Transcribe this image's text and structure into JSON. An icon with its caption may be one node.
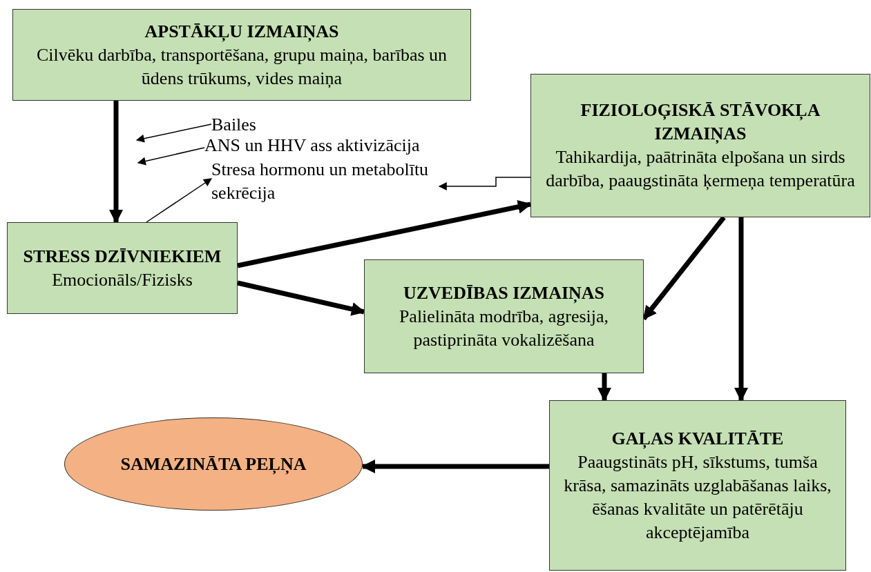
{
  "diagram": {
    "nodes": [
      {
        "text": [
          "APSTĀKĻU IZMAIŅAS",
          "Cilvēku darbība, transportēšana, grupu maiņa, barības un ūdens trūkums, vides maiņa"
        ]
      },
      {
        "text": [
          "FIZIOLOĢISKĀ STĀVOKĻA IZMAIŅAS",
          "Tahikardija, paātrināta elpošana un sirds darbība, paaugstināta ķermeņa temperatūra"
        ]
      },
      {
        "text": [
          "Bailes"
        ]
      },
      {
        "text": [
          "ANS un HHV ass aktivizācija"
        ]
      },
      {
        "text": [
          "Stresa hormonu un metabolītu sekrēcija"
        ]
      },
      {
        "text": [
          "STRESS DZĪVNIEKIEM",
          "Emocionāls/Fizisks"
        ]
      },
      {
        "text": [
          "UZVEDĪBAS IZMAIŅAS",
          "Palielināta modrība, agresija, pastiprināta vokalizēšana"
        ]
      },
      {
        "text": [
          "GAĻAS KVALITĀTE",
          "Paaugstināts pH, sīkstums, tumša krāsa, samazināts uzglabāšanas laiks, ēšanas kvalitāte un patērētāju akceptējamība"
        ]
      },
      {
        "text": [
          "SAMAZINĀTA PEĻŅA"
        ]
      }
    ],
    "edges": [
      {
        "from": 0,
        "to": 5,
        "arrow": "to"
      },
      {
        "from": 2,
        "to": null,
        "arrow": "to"
      },
      {
        "from": 3,
        "to": null,
        "arrow": "to"
      },
      {
        "from": 5,
        "to": 4,
        "arrow": "to"
      },
      {
        "from": 1,
        "to": 4,
        "arrow": "to"
      },
      {
        "from": 5,
        "to": 1,
        "arrow": "to"
      },
      {
        "from": 5,
        "to": 6,
        "arrow": "to"
      },
      {
        "from": 1,
        "to": 6,
        "arrow": "to"
      },
      {
        "from": 1,
        "to": 7,
        "arrow": "to"
      },
      {
        "from": 6,
        "to": 7,
        "arrow": "to"
      },
      {
        "from": 7,
        "to": 8,
        "arrow": "to"
      }
    ]
  }
}
